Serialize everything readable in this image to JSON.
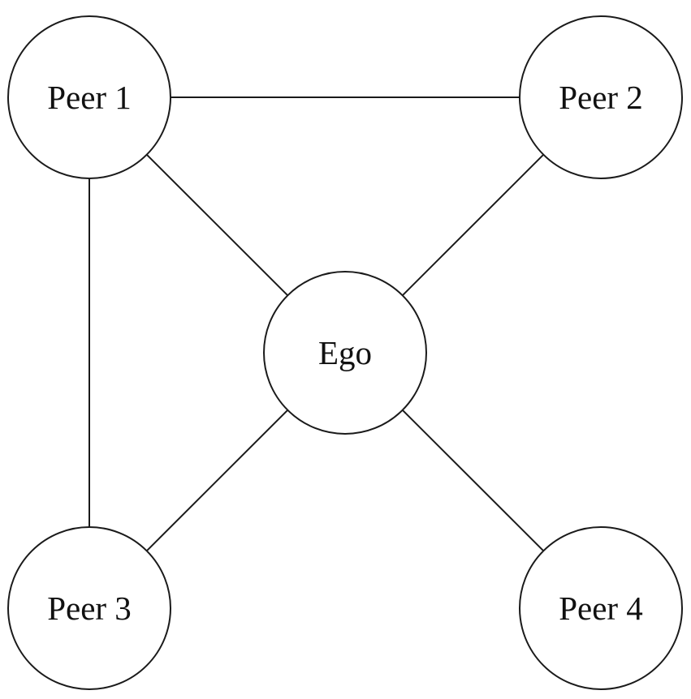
{
  "diagram": {
    "type": "network",
    "nodes": [
      {
        "id": "peer1",
        "label": "Peer 1"
      },
      {
        "id": "peer2",
        "label": "Peer 2"
      },
      {
        "id": "ego",
        "label": "Ego"
      },
      {
        "id": "peer3",
        "label": "Peer 3"
      },
      {
        "id": "peer4",
        "label": "Peer 4"
      }
    ],
    "edges": [
      {
        "from": "peer1",
        "to": "peer2"
      },
      {
        "from": "peer1",
        "to": "ego"
      },
      {
        "from": "peer1",
        "to": "peer3"
      },
      {
        "from": "peer2",
        "to": "ego"
      },
      {
        "from": "ego",
        "to": "peer3"
      },
      {
        "from": "ego",
        "to": "peer4"
      }
    ]
  }
}
